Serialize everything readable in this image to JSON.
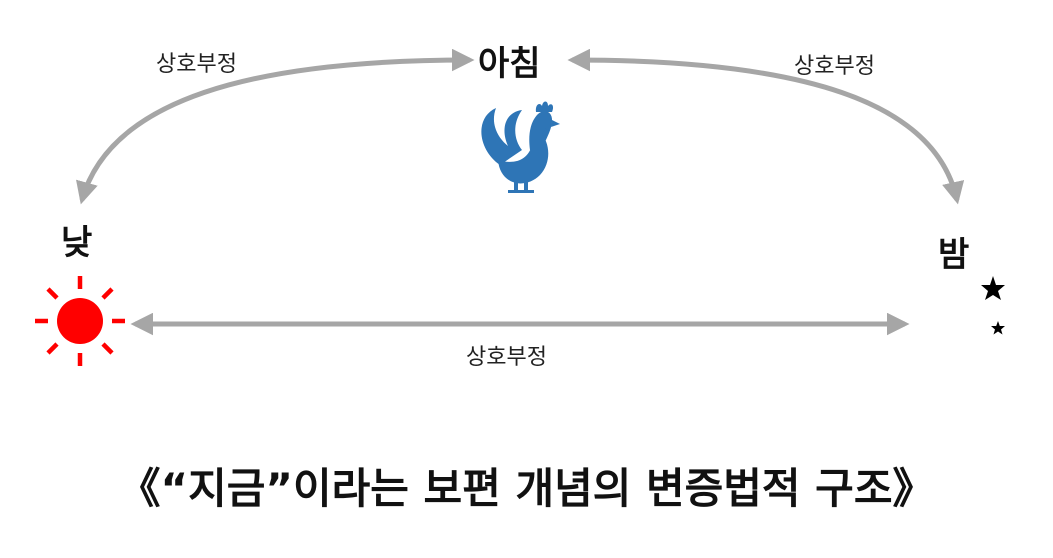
{
  "nodes": {
    "morning": {
      "label": "아침"
    },
    "day": {
      "label": "낮"
    },
    "night": {
      "label": "밤"
    }
  },
  "edges": {
    "day_morning": {
      "label": "상호부정"
    },
    "morning_night": {
      "label": "상호부정"
    },
    "day_night": {
      "label": "상호부정"
    }
  },
  "icons": {
    "morning": "rooster-icon",
    "day": "sun-icon",
    "night": "moon-stars-icon"
  },
  "colors": {
    "arrow": "#a6a6a6",
    "rooster": "#2e75b6",
    "sun": "#ff0000",
    "moon": "#000000"
  },
  "caption": "《“지금”이라는 보편 개념의 변증법적 구조》"
}
